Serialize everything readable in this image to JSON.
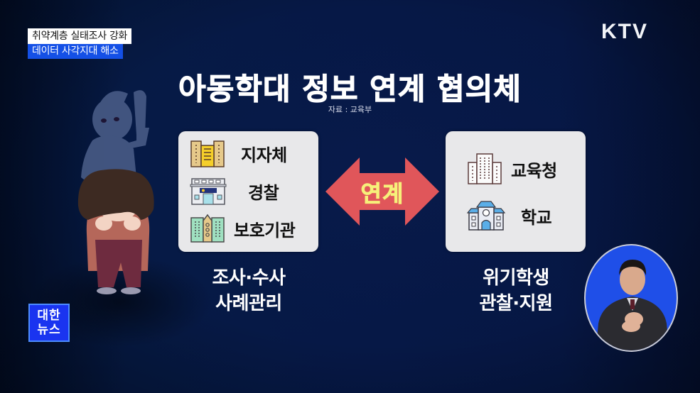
{
  "broadcast": {
    "channel_logo": "KTV",
    "program_badge": {
      "line1": "대한",
      "line2": "뉴스"
    },
    "caption": {
      "headline": "취약계층 실태조사 강화",
      "subheadline": "데이터 사각지대 해소"
    }
  },
  "slide": {
    "title": "아동학대 정보 연계 협의체",
    "source": "자료 : 교육부",
    "left_group": {
      "items": [
        {
          "icon": "city-hall-icon",
          "label": "지자체"
        },
        {
          "icon": "police-station-icon",
          "label": "경찰"
        },
        {
          "icon": "protection-agency-icon",
          "label": "보호기관"
        }
      ],
      "description": [
        "조사·수사",
        "사례관리"
      ]
    },
    "connector": {
      "icon": "double-arrow-icon",
      "label": "연계"
    },
    "right_group": {
      "items": [
        {
          "icon": "office-building-icon",
          "label": "교육청"
        },
        {
          "icon": "school-icon",
          "label": "학교"
        }
      ],
      "description": [
        "위기학생",
        "관찰·지원"
      ]
    }
  },
  "colors": {
    "background": "#061846",
    "caption_bg_top": "#ffffff",
    "caption_bg_bottom": "#1450e6",
    "box_bg": "#e8e8ea",
    "arrow": "#e0565a",
    "arrow_text": "#f6f07a",
    "badge_bg": "#1a34f0",
    "signer_bg": "#1f4fe8"
  }
}
